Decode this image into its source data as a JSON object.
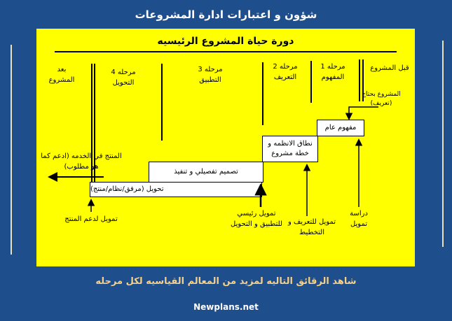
{
  "header": {
    "title": "شؤون و اعتبارات ادارة المشروعات"
  },
  "diagram": {
    "title": "دورة حياة المشروع الرئيسيه",
    "phases": [
      {
        "label": "قبل المشروع"
      },
      {
        "label": "مرحله 1 المفهوم"
      },
      {
        "label": "مرحله 2 التعريف"
      },
      {
        "label": "مرحله 3 التطبيق"
      },
      {
        "label": "مرحله 4 التحويل"
      },
      {
        "label": "بعد المشروع"
      }
    ],
    "need_label": "المشروع بحتاج (تعريف)",
    "boxes": {
      "concept": "مفهوم عام",
      "scope": "نطاق الانظمه و خطة مشروع",
      "design": "تصميم تفصيلي و تنفيذ",
      "transfer": "تحويل (مرفق/نظام/منتج)"
    },
    "output_label": "المنتج في الخدمه (ادعم كما هو مطلوب)",
    "funding": {
      "study": "دراسة تمويل",
      "definition": "تمويل للتعريف و التخطيط",
      "main": "تمويل رئيسي للتطبيق و التحويل",
      "support": "تمويل لدعم المنتج"
    }
  },
  "footer": {
    "note": "شاهد الرقائق التاليه لمزيد من المعالم القياسيه لكل مرحله",
    "site": "Newplans.net"
  },
  "colors": {
    "background": "#1f4e8c",
    "panel": "#ffff00",
    "note": "#f5d08a"
  }
}
